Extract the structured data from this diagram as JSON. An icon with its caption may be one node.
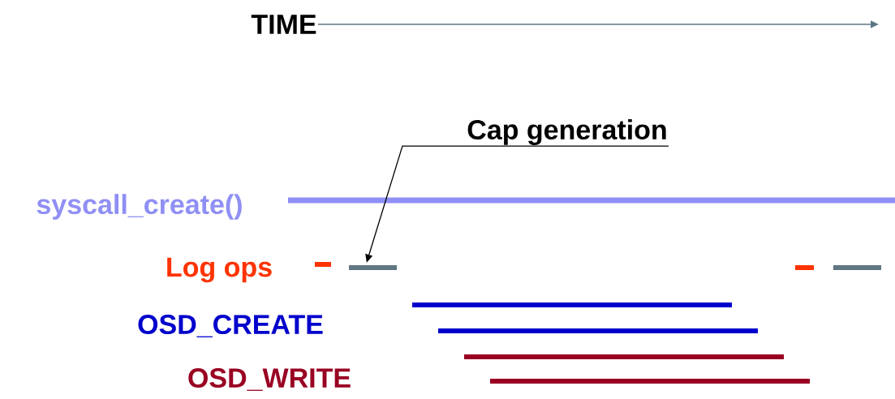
{
  "diagram": {
    "nodes": [
      {
        "text": [
          "TIME"
        ]
      },
      {
        "text": [
          "Cap generation"
        ]
      },
      {
        "text": [],
        "shape": "bar"
      },
      {
        "text": [],
        "shape": "bar"
      }
    ],
    "edges": [
      {
        "from": 0,
        "to": null,
        "arrow": "to",
        "color": "#5b7785"
      },
      {
        "from": 1,
        "to": 2,
        "arrow": "to",
        "color": "#000000"
      }
    ],
    "labels": [
      "syscall_create()",
      "Log ops",
      "OSD_CREATE",
      "OSD_WRITE"
    ]
  }
}
